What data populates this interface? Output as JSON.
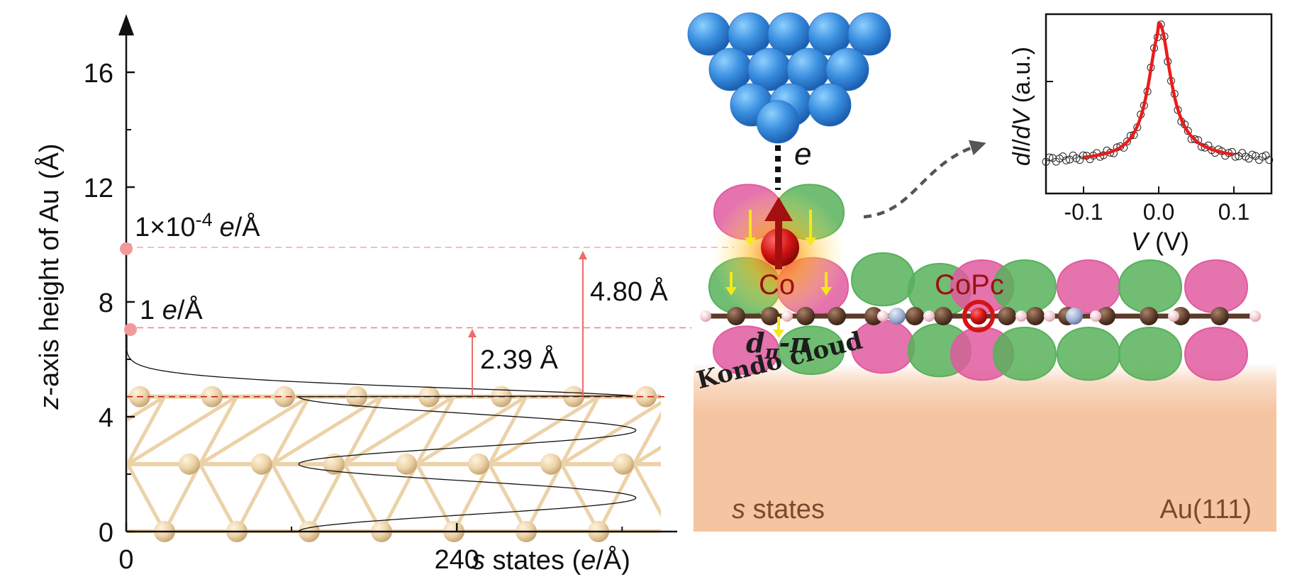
{
  "left_plot": {
    "y_axis": {
      "label_prefix": "z",
      "label_main": "-axis height of Au",
      "label_unit": "(Å)",
      "ticks": [
        "0",
        "4",
        "8",
        "12",
        "16"
      ],
      "range": [
        0,
        18
      ]
    },
    "x_axis": {
      "ticks": [
        "0",
        "240"
      ],
      "label_s": "s",
      "label_main": " states (",
      "label_e": "e",
      "label_unit": "/Å)",
      "range": [
        0,
        400
      ]
    },
    "annotations": {
      "density_high_coeff": "1×10",
      "density_high_exp": "-4",
      "density_high_unit_e": "e",
      "density_high_unit": "/Å",
      "density_one": "1 ",
      "density_one_e": "e",
      "density_one_unit": "/Å",
      "gap_small": "2.39 Å",
      "gap_large": "4.80 Å"
    },
    "levels": {
      "top_surface": 4.7,
      "one_density": 7.1,
      "high_density": 9.9,
      "layers": [
        0,
        2.35,
        4.7
      ]
    }
  },
  "diagram": {
    "electron_label": "e",
    "co_label": "Co",
    "copc_label": "CoPc",
    "d_pi_label": "d",
    "d_pi_sub": "π",
    "d_pi_suffix": "-π",
    "kondo_label": "Kondo cloud",
    "s_states_s": "s",
    "s_states_label": " states",
    "substrate_label": "Au(111)",
    "colors": {
      "tip": "#3f95e6",
      "pink_lobe": "#e15aa0",
      "green_lobe": "#57b15b",
      "substrate": "#f5c4a0",
      "cobalt": "#d11a1a",
      "spin_arrow": "#a31010",
      "yellow_arrow": "#f3ea17"
    }
  },
  "inset": {
    "y_label_a": "dI",
    "y_label_b": "/",
    "y_label_c": "dV",
    "y_label_unit": " (a.u.)",
    "x_label_v": "V",
    "x_label_unit": " (V)",
    "x_ticks": [
      "-0.1",
      "0.0",
      "0.1"
    ],
    "x_range": [
      -0.15,
      0.15
    ]
  },
  "chart_data": {
    "type": "line",
    "x": [
      -0.15,
      -0.12,
      -0.09,
      -0.06,
      -0.04,
      -0.02,
      -0.01,
      0.0,
      0.01,
      0.02,
      0.04,
      0.06,
      0.09,
      0.12,
      0.15
    ],
    "series": [
      {
        "values": [
          0.12,
          0.13,
          0.14,
          0.16,
          0.19,
          0.3,
          0.55,
          0.9,
          0.6,
          0.42,
          0.3,
          0.25,
          0.2,
          0.18,
          0.17
        ]
      }
    ],
    "xlabel": "V (V)",
    "ylabel": "dI/dV (a.u.)",
    "xlim": [
      -0.15,
      0.15
    ]
  }
}
